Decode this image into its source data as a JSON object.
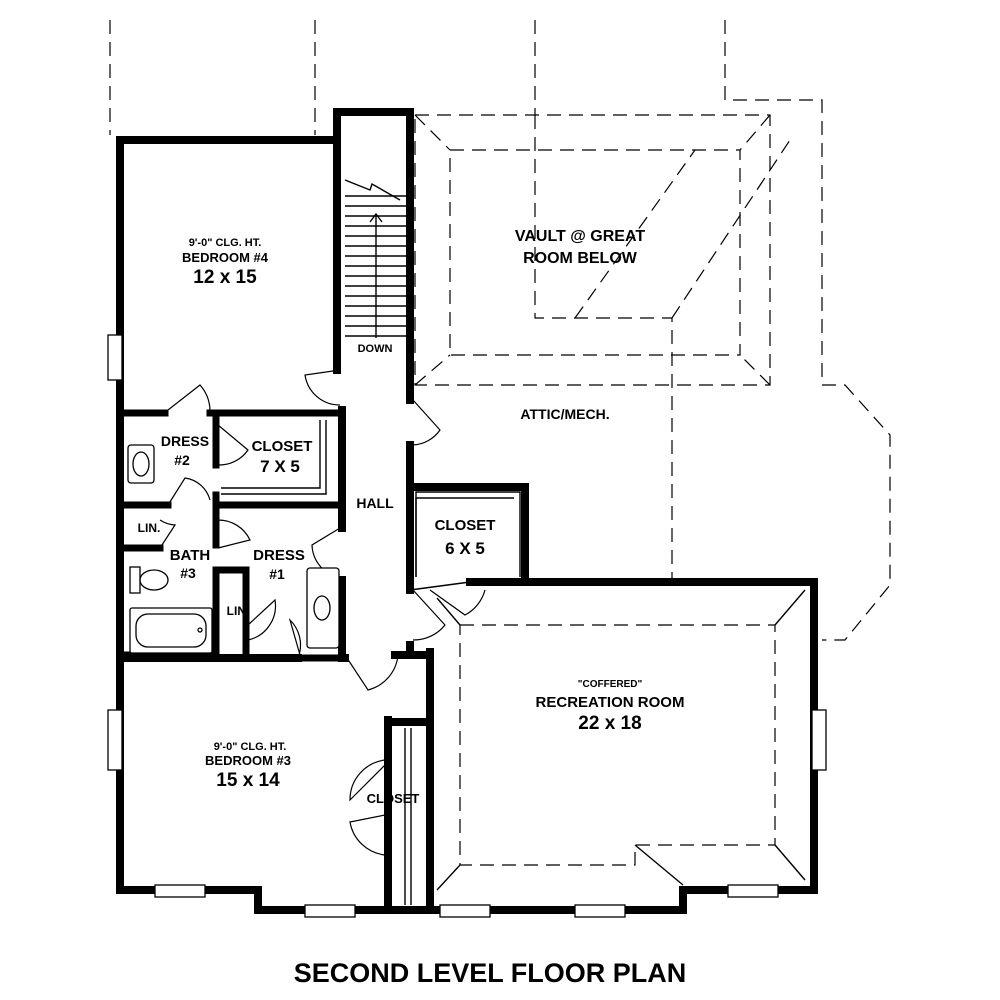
{
  "title": "SECOND LEVEL FLOOR PLAN",
  "rooms": {
    "bedroom4": {
      "ceiling": "9'-0\" CLG. HT.",
      "name": "BEDROOM #4",
      "size": "12 x 15"
    },
    "vault": {
      "line1": "VAULT @ GREAT",
      "line2": "ROOM BELOW"
    },
    "stairs": {
      "label": "DOWN"
    },
    "attic": {
      "name": "ATTIC/MECH."
    },
    "dress2": {
      "name": "DRESS",
      "number": "#2"
    },
    "closet_7x5": {
      "name": "CLOSET",
      "size": "7 X 5"
    },
    "hall": {
      "name": "HALL"
    },
    "closet_6x5": {
      "name": "CLOSET",
      "size": "6 X 5"
    },
    "lin_upper": {
      "name": "LIN."
    },
    "bath3": {
      "name": "BATH",
      "number": "#3"
    },
    "dress1": {
      "name": "DRESS",
      "number": "#1"
    },
    "lin_lower": {
      "name": "LIN."
    },
    "recreation": {
      "note": "\"COFFERED\"",
      "name": "RECREATION ROOM",
      "size": "22 x 18"
    },
    "bedroom3": {
      "ceiling": "9'-0\" CLG. HT.",
      "name": "BEDROOM #3",
      "size": "15 x 14"
    },
    "closet_b3": {
      "name": "CLOSET"
    }
  }
}
